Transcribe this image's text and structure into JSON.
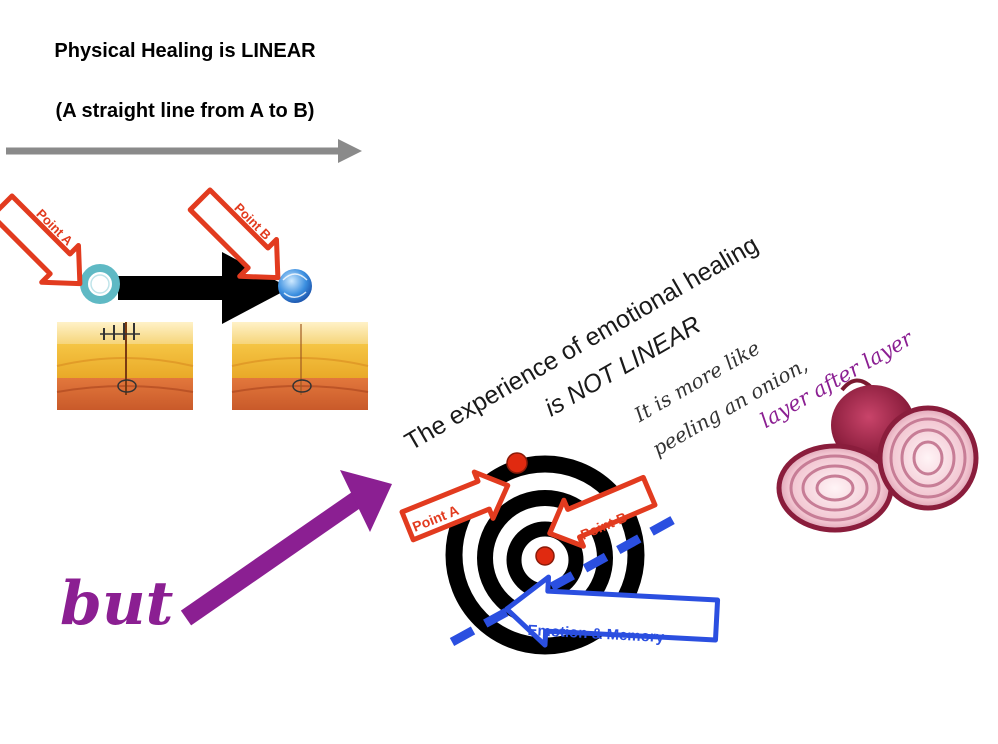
{
  "linear": {
    "title": "Physical Healing is LINEAR",
    "subtitle": "(A straight line from A to B)",
    "point_a_label": "Point A",
    "point_b_label": "Point B"
  },
  "nonlinear": {
    "statement_line1": "The experience of emotional healing",
    "statement_line2": "is NOT LINEAR",
    "onion_line1": "It is more like",
    "onion_line2": "peeling an onion,",
    "layer_text": "layer after layer",
    "but_word": "but",
    "point_a_label": "Point A",
    "point_b_label": "Point B",
    "emotion_label": "Emotion & Memory"
  },
  "colors": {
    "arrow_gray": "#8a8a8a",
    "label_red": "#e23b1f",
    "marker_red": "#e02a10",
    "purple": "#8b1f92",
    "emotion_blue": "#2b4fe0",
    "dark_text": "#1a1a1a"
  }
}
